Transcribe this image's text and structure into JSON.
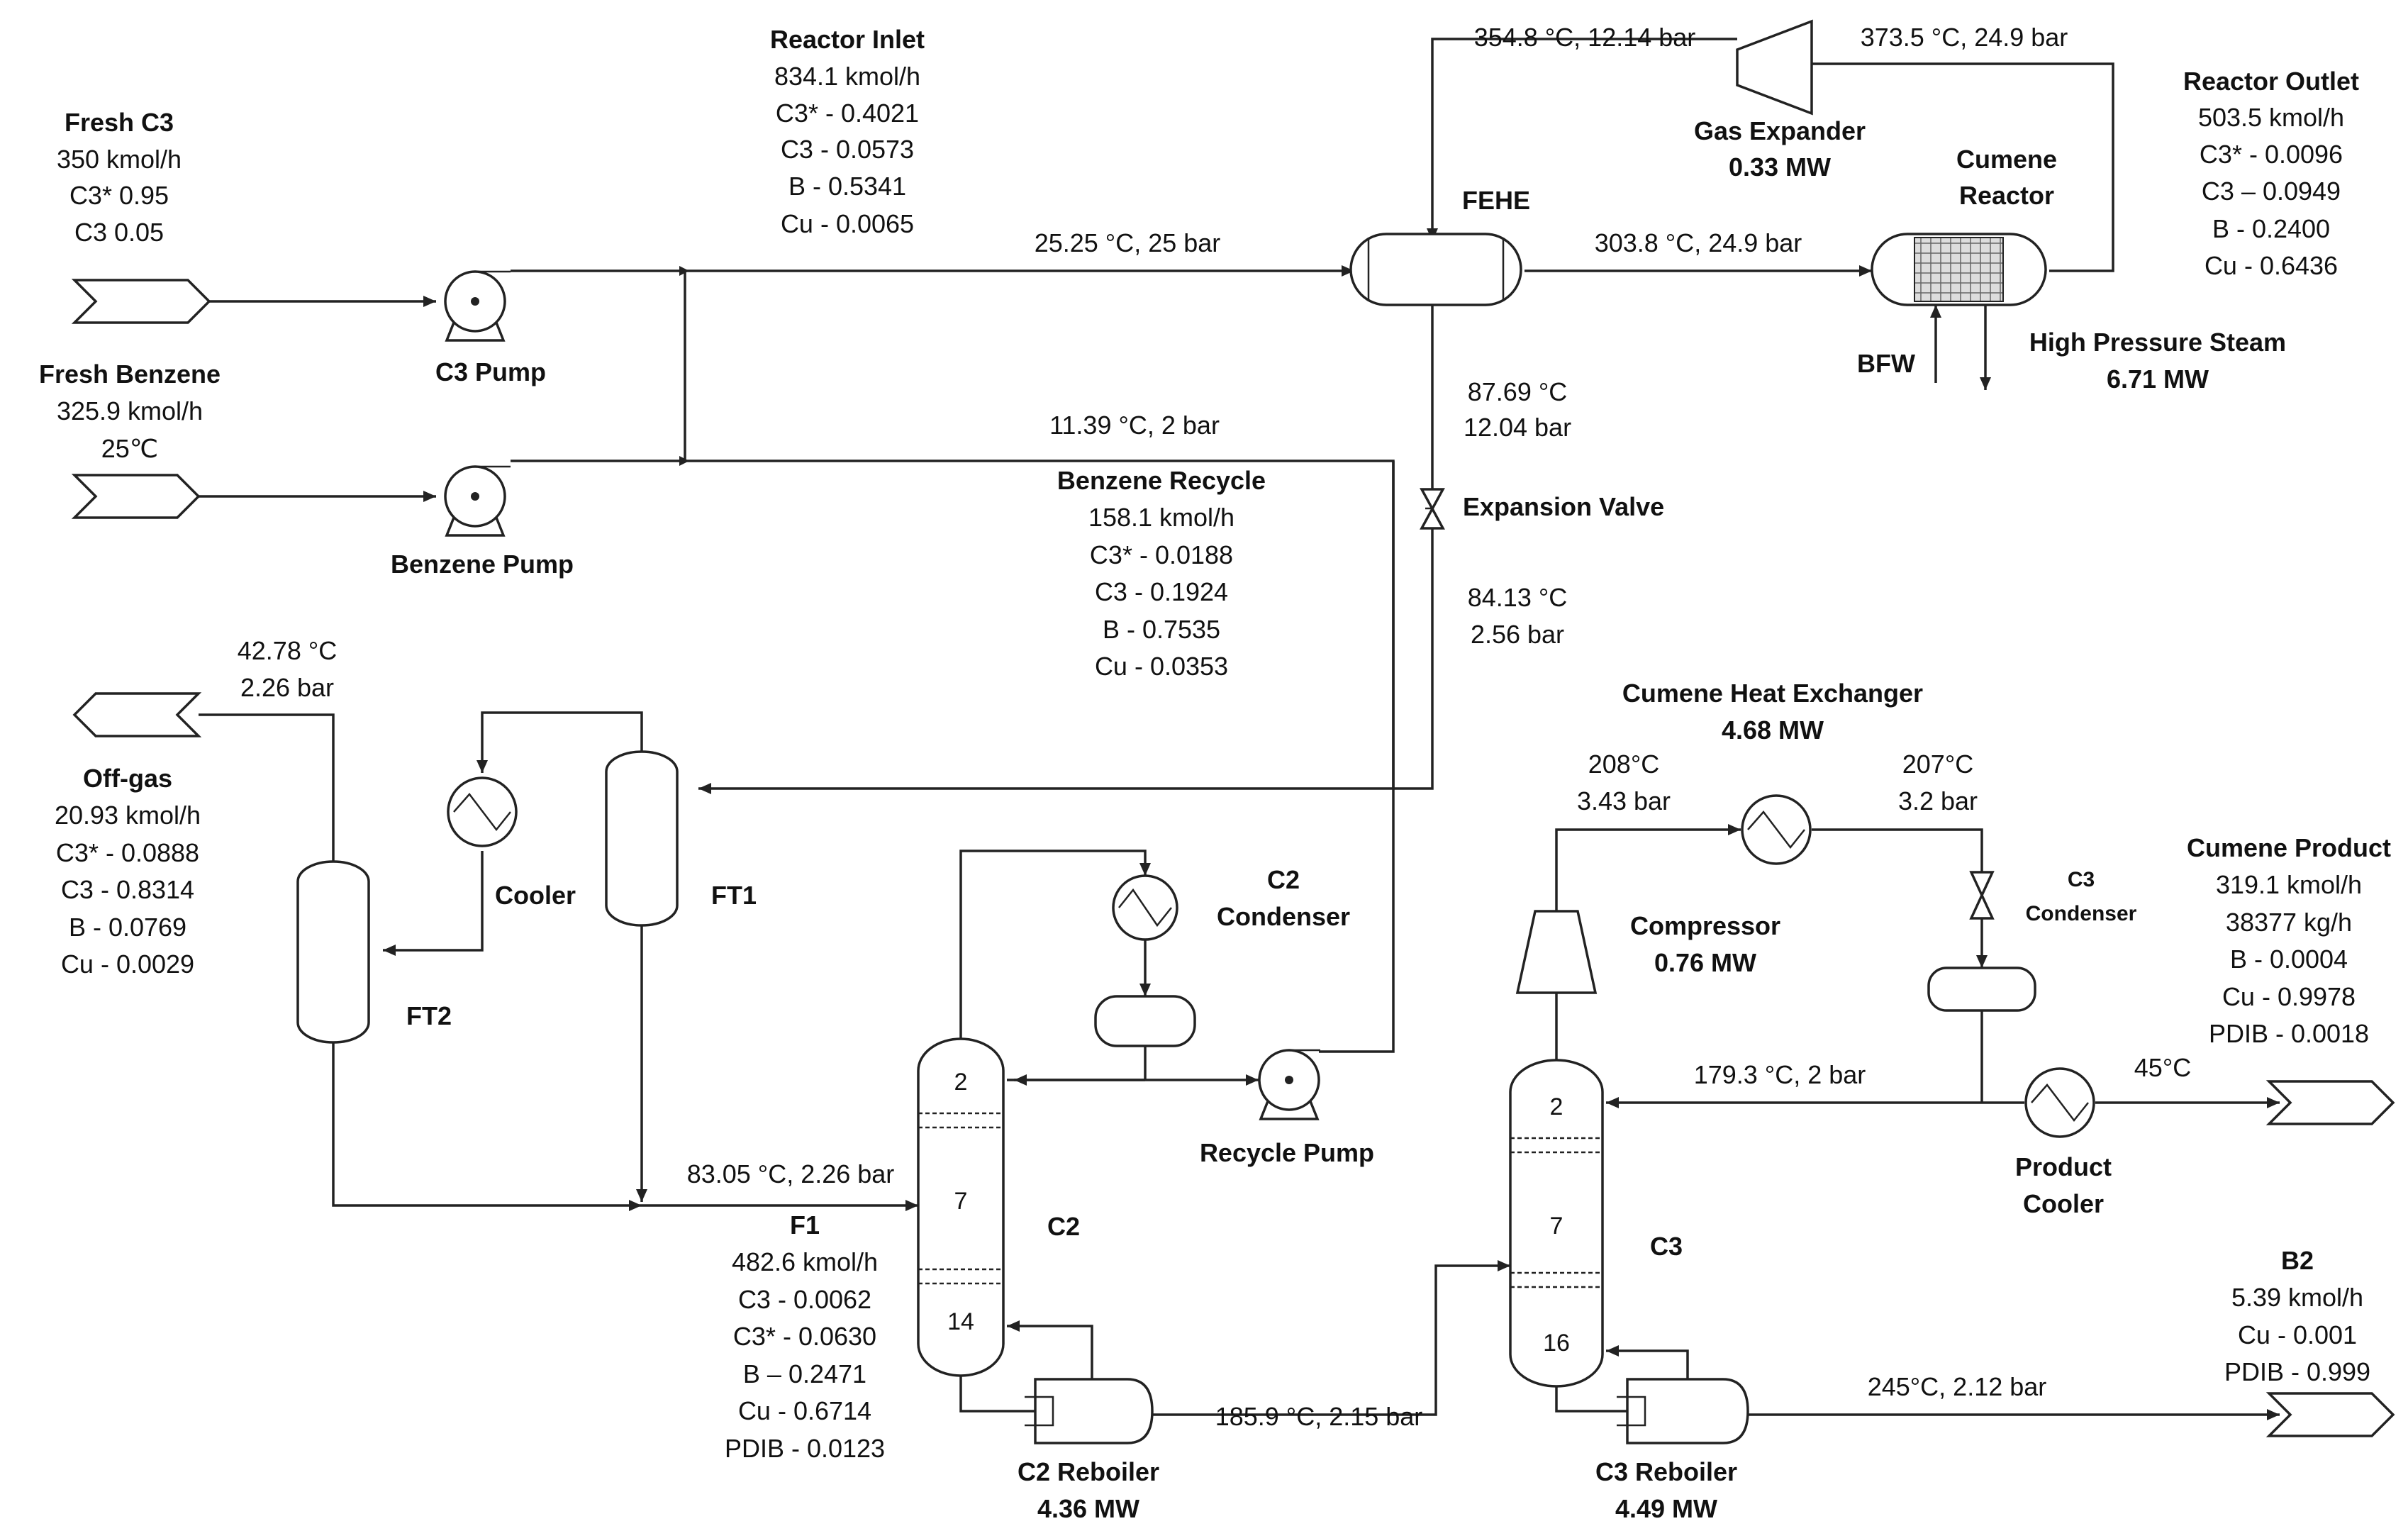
{
  "labels": {
    "fresh_c3": {
      "name": "Fresh C3",
      "flow": "350 kmol/h",
      "l1": "C3* 0.95",
      "l2": "C3 0.05"
    },
    "fresh_benzene": {
      "name": "Fresh Benzene",
      "flow": "325.9 kmol/h",
      "temp": "25℃"
    },
    "c3_pump": "C3 Pump",
    "benzene_pump": "Benzene Pump",
    "reactor_inlet": {
      "name": "Reactor Inlet",
      "flow": "834.1 kmol/h",
      "l1": "C3* - 0.4021",
      "l2": "C3 - 0.0573",
      "l3": "B - 0.5341",
      "l4": "Cu - 0.0065"
    },
    "inlet_cond": "25.25 °C, 25 bar",
    "fehe": "FEHE",
    "fehe_out": "303.8 °C, 24.9 bar",
    "exp_in": "354.8 °C, 12.14 bar",
    "exp_out": "373.5 °C, 24.9 bar",
    "gas_expander": {
      "name": "Gas Expander",
      "duty": "0.33 MW"
    },
    "cumene_reactor": {
      "l1": "Cumene",
      "l2": "Reactor"
    },
    "reactor_outlet": {
      "name": "Reactor Outlet",
      "flow": "503.5 kmol/h",
      "l1": "C3* - 0.0096",
      "l2": "C3 – 0.0949",
      "l3": "B - 0.2400",
      "l4": "Cu - 0.6436"
    },
    "bfw": "BFW",
    "hp_steam": {
      "name": "High Pressure Steam",
      "duty": "6.71 MW"
    },
    "benzene_recycle_cond": "11.39 °C, 2 bar",
    "fehe_cold_out": {
      "t": "87.69 °C",
      "p": "12.04 bar"
    },
    "benzene_recycle": {
      "name": "Benzene Recycle",
      "flow": "158.1 kmol/h",
      "l1": "C3* - 0.0188",
      "l2": "C3 - 0.1924",
      "l3": "B - 0.7535",
      "l4": "Cu - 0.0353"
    },
    "expansion_valve": "Expansion Valve",
    "valve_out": {
      "t": "84.13 °C",
      "p": "2.56 bar"
    },
    "offgas_cond": {
      "t": "42.78 °C",
      "p": "2.26 bar"
    },
    "offgas": {
      "name": "Off-gas",
      "flow": "20.93 kmol/h",
      "l1": "C3* - 0.0888",
      "l2": "C3 - 0.8314",
      "l3": "B - 0.0769",
      "l4": "Cu - 0.0029"
    },
    "cooler": "Cooler",
    "ft1": "FT1",
    "ft2": "FT2",
    "c2_condenser": {
      "l1": "C2",
      "l2": "Condenser"
    },
    "recycle_pump": "Recycle Pump",
    "f1_cond": "83.05 °C, 2.26 bar",
    "f1": {
      "name": "F1",
      "flow": "482.6 kmol/h",
      "l1": "C3 - 0.0062",
      "l2": "C3* - 0.0630",
      "l3": "B – 0.2471",
      "l4": "Cu - 0.6714",
      "l5": "PDIB - 0.0123"
    },
    "c2": "C2",
    "c2_trays": {
      "top": "2",
      "mid": "7",
      "bot": "14"
    },
    "c2_reboiler": {
      "name": "C2 Reboiler",
      "duty": "4.36 MW"
    },
    "c2_bottoms": "185.9 °C, 2.15 bar",
    "cumene_hx": {
      "name": "Cumene Heat Exchanger",
      "duty": "4.68 MW"
    },
    "hx_in": {
      "t": "208°C",
      "p": "3.43 bar"
    },
    "hx_out": {
      "t": "207°C",
      "p": "3.2 bar"
    },
    "compressor": {
      "name": "Compressor",
      "duty": "0.76 MW"
    },
    "c3_condenser": {
      "l1": "C3",
      "l2": "Condenser"
    },
    "c3_reflux": "179.3 °C, 2 bar",
    "product_temp": "45°C",
    "cumene_product": {
      "name": "Cumene Product",
      "flow": "319.1 kmol/h",
      "mass": "38377 kg/h",
      "l1": "B - 0.0004",
      "l2": "Cu - 0.9978",
      "l3": "PDIB - 0.0018"
    },
    "product_cooler": {
      "l1": "Product",
      "l2": "Cooler"
    },
    "c3": "C3",
    "c3_trays": {
      "top": "2",
      "mid": "7",
      "bot": "16"
    },
    "c3_reboiler": {
      "name": "C3 Reboiler",
      "duty": "4.49 MW"
    },
    "b2_cond": "245°C, 2.12 bar",
    "b2": {
      "name": "B2",
      "flow": "5.39 kmol/h",
      "l1": "Cu - 0.001",
      "l2": "PDIB - 0.999"
    }
  }
}
